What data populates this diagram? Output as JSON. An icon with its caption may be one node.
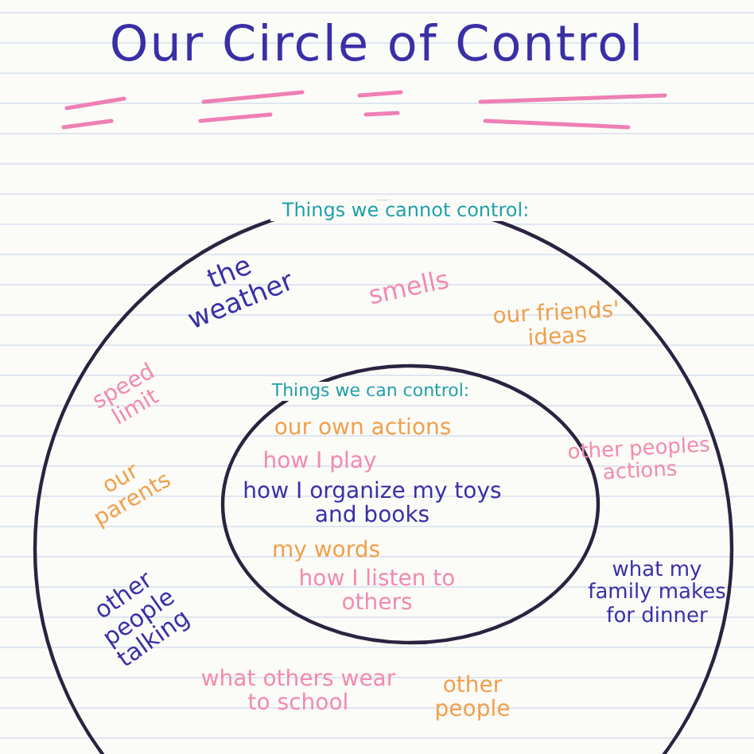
{
  "diagram": {
    "title": "Our Circle of Control",
    "nodes": [
      {
        "text": [
          "Things we cannot control:",
          "the weather",
          "smells",
          "our friends' ideas",
          "speed limit",
          "our parents",
          "other peoples actions",
          "other people talking",
          "what my family makes for dinner",
          "what others wear to school",
          "other people"
        ]
      },
      {
        "text": [
          "Things we can control:",
          "our own actions",
          "how I play",
          "how I organize my toys and books",
          "my words",
          "how I listen to others"
        ],
        "in": 0
      }
    ]
  }
}
